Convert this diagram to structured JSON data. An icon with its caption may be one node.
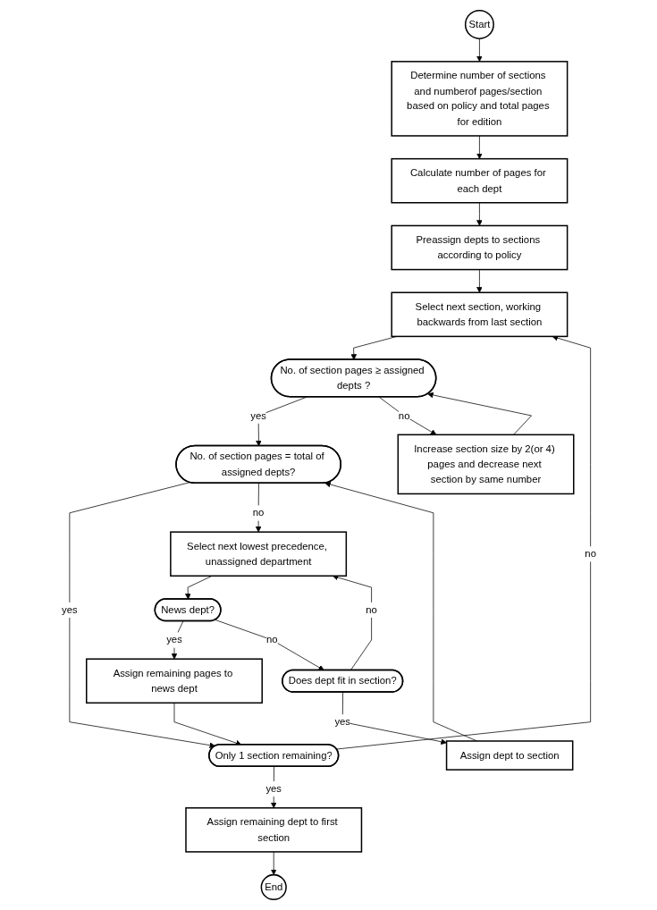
{
  "diagram": {
    "nodes": [
      {
        "text": [
          "Start"
        ]
      },
      {
        "text": [
          "Determine number of sections and numberof pages/section based on policy and total pages for edition"
        ]
      },
      {
        "text": [
          "Calculate number of pages for each dept"
        ]
      },
      {
        "text": [
          "Preassign depts to sections according to policy"
        ]
      },
      {
        "text": [
          "Select next section, working backwards from last section"
        ]
      },
      {
        "text": [
          "No. of section pages ≥ assigned depts ?"
        ]
      },
      {
        "text": [
          "Increase section size by 2(or 4) pages and decrease next section by same number"
        ]
      },
      {
        "text": [
          "No. of section pages = total of assigned depts?"
        ]
      },
      {
        "text": [
          "Select next lowest precedence, unassigned department"
        ]
      },
      {
        "text": [
          "News dept?"
        ]
      },
      {
        "text": [
          "Does dept fit in section?"
        ]
      },
      {
        "text": [
          "Assign remaining pages to news dept"
        ]
      },
      {
        "text": [
          "Assign dept to section"
        ]
      },
      {
        "text": [
          "Only 1 section remaining?"
        ]
      },
      {
        "text": [
          "Assign remaining dept to first section"
        ]
      },
      {
        "text": [
          "End"
        ]
      }
    ],
    "edges": [
      {
        "from": 0,
        "to": 1,
        "arrow": "to"
      },
      {
        "from": 1,
        "to": 2,
        "arrow": "to"
      },
      {
        "from": 2,
        "to": 3,
        "arrow": "to"
      },
      {
        "from": 3,
        "to": 4,
        "arrow": "to"
      },
      {
        "from": 4,
        "to": 5,
        "arrow": "to"
      },
      {
        "from": 5,
        "to": 7,
        "arrow": "to",
        "label": "yes"
      },
      {
        "from": 5,
        "to": 6,
        "arrow": "to",
        "label": "no"
      },
      {
        "from": 6,
        "to": 5,
        "arrow": "to"
      },
      {
        "from": 7,
        "to": 13,
        "arrow": "to",
        "label": "yes"
      },
      {
        "from": 7,
        "to": 8,
        "arrow": "to",
        "label": "no"
      },
      {
        "from": 8,
        "to": 9,
        "arrow": "to"
      },
      {
        "from": 9,
        "to": 11,
        "arrow": "to",
        "label": "yes"
      },
      {
        "from": 9,
        "to": 10,
        "arrow": "to",
        "label": "no"
      },
      {
        "from": 10,
        "to": 8,
        "arrow": "to",
        "label": "no"
      },
      {
        "from": 10,
        "to": 12,
        "arrow": "to",
        "label": "yes"
      },
      {
        "from": 12,
        "to": 7,
        "arrow": "to"
      },
      {
        "from": 11,
        "to": 13,
        "arrow": "to"
      },
      {
        "from": 13,
        "to": 4,
        "arrow": "to",
        "label": "no"
      },
      {
        "from": 13,
        "to": 14,
        "arrow": "to",
        "label": "yes"
      },
      {
        "from": 14,
        "to": 15,
        "arrow": "to"
      }
    ]
  }
}
